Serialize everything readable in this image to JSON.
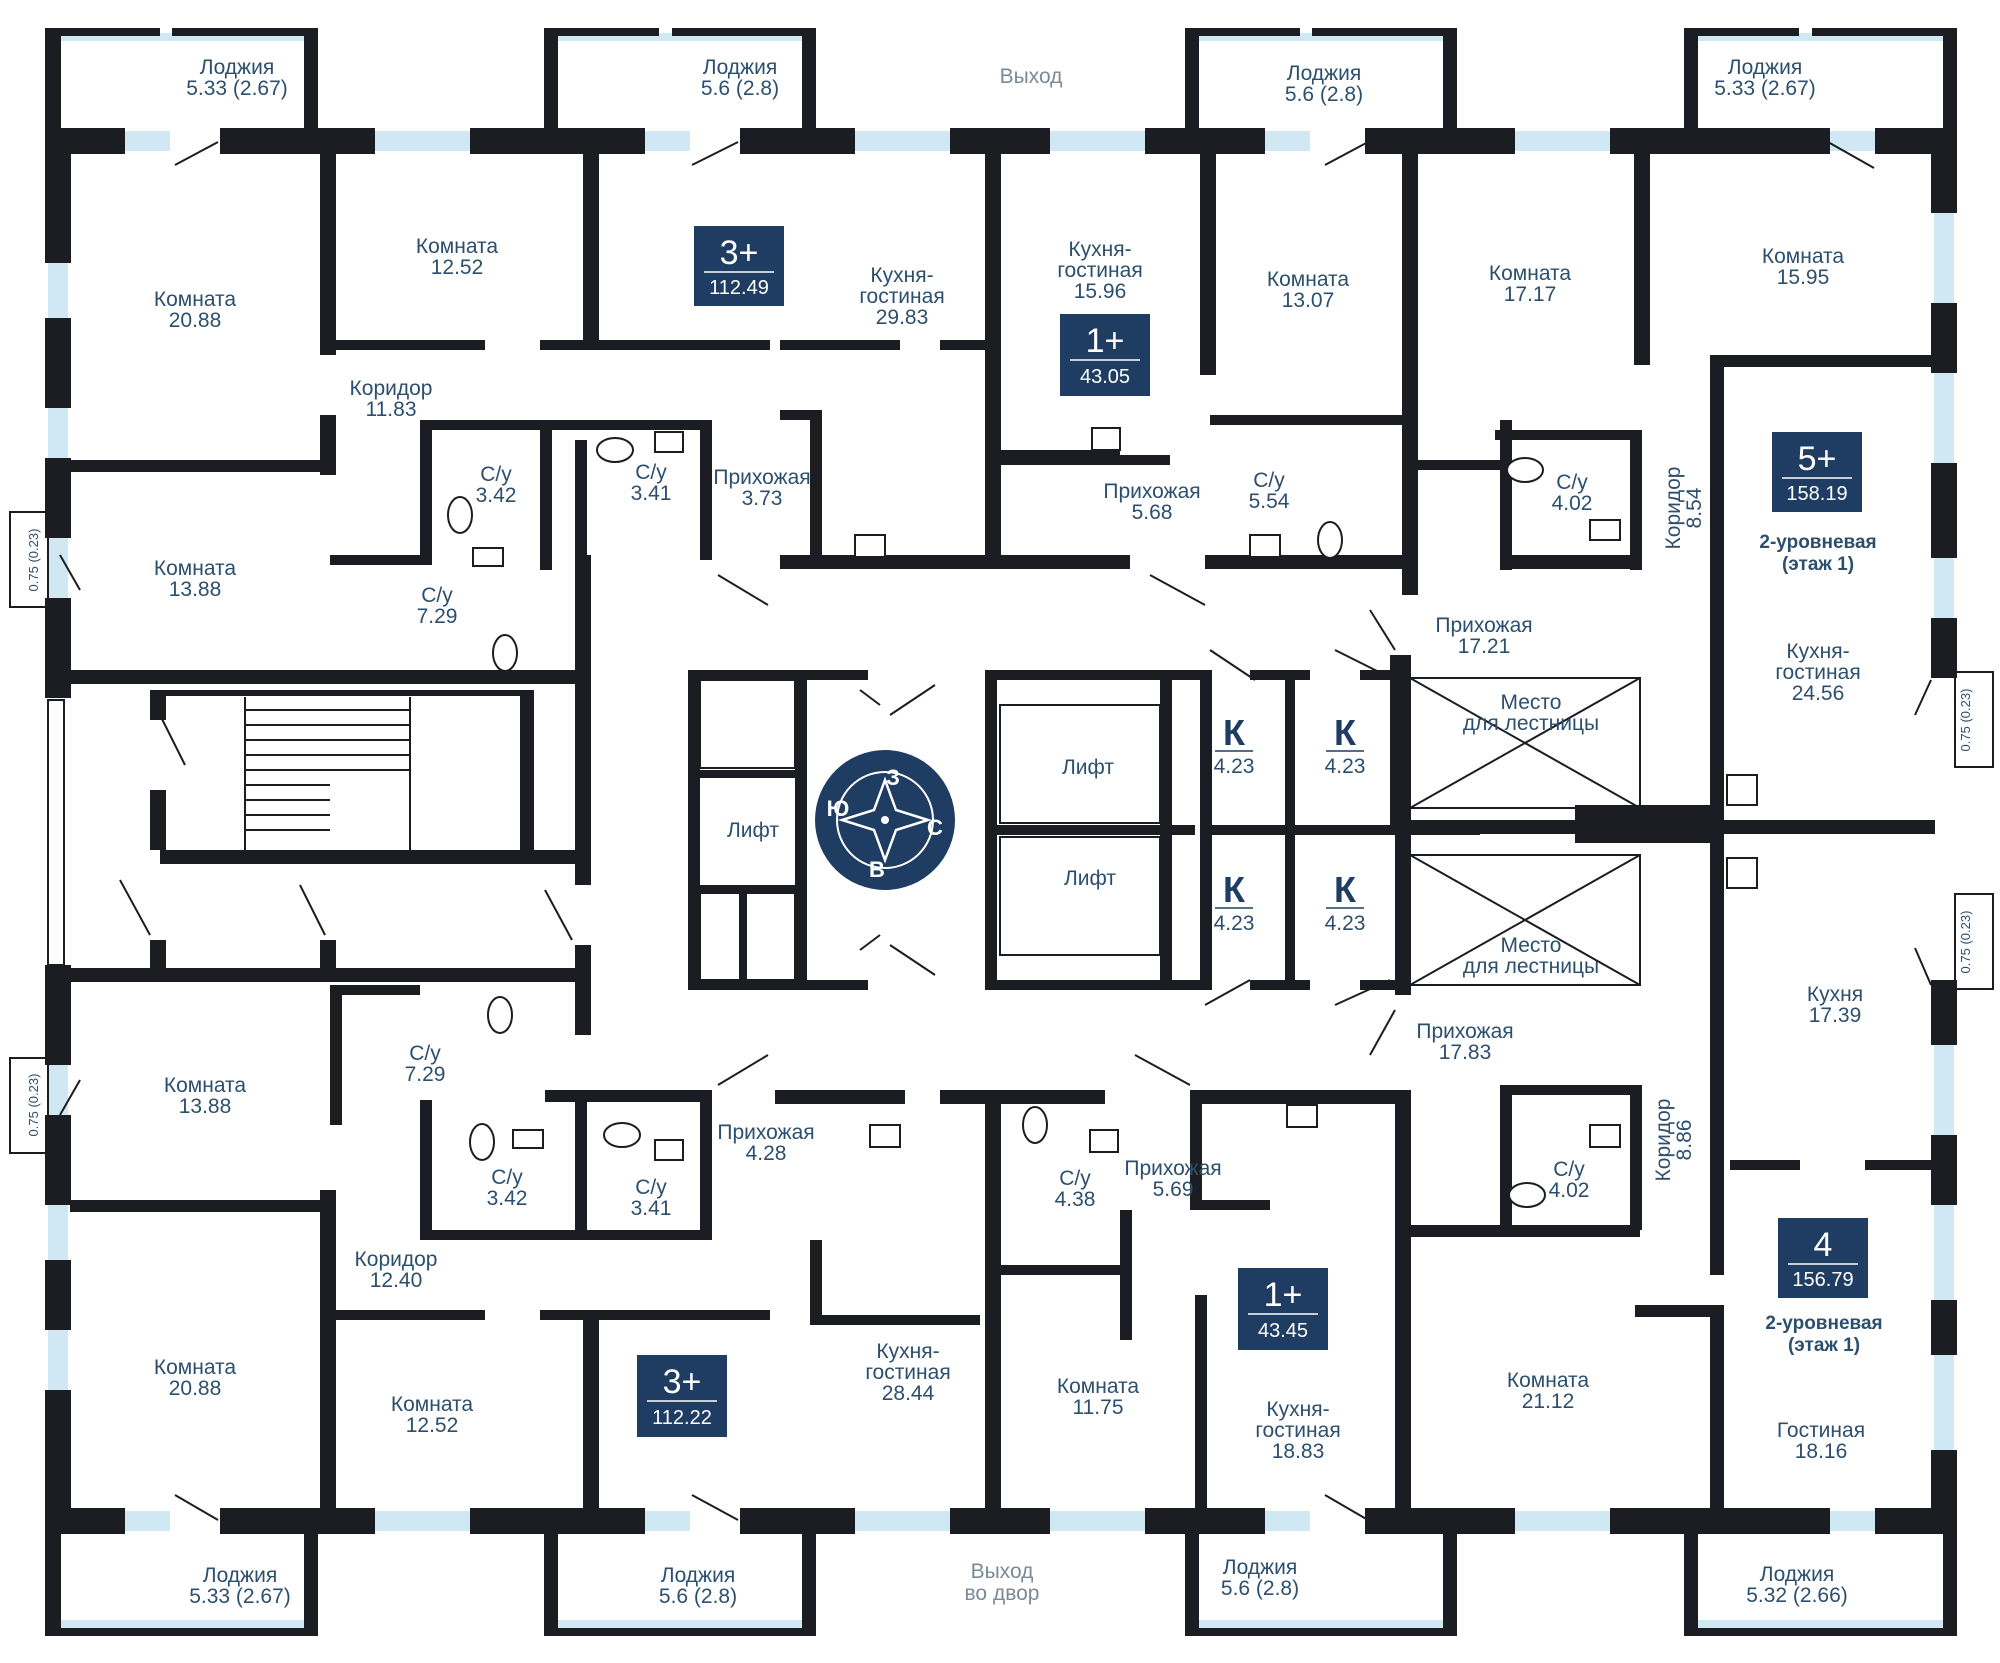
{
  "exits": {
    "top": "Выход",
    "bottom_1": "Выход",
    "bottom_2": "во двор"
  },
  "badges": [
    {
      "rooms": "3+",
      "area": "112.49"
    },
    {
      "rooms": "1+",
      "area": "43.05"
    },
    {
      "rooms": "5+",
      "area": "158.19"
    },
    {
      "rooms": "3+",
      "area": "112.22"
    },
    {
      "rooms": "1+",
      "area": "43.45"
    },
    {
      "rooms": "4",
      "area": "156.79"
    }
  ],
  "duplex": {
    "line1": "2-уровневая",
    "line2": "(этаж 1)"
  },
  "rooms": [
    {
      "name": "Лоджия",
      "area": "5.33 (2.67)"
    },
    {
      "name": "Лоджия",
      "area": "5.6 (2.8)"
    },
    {
      "name": "Лоджия",
      "area": "5.6 (2.8)"
    },
    {
      "name": "Лоджия",
      "area": "5.33 (2.67)"
    },
    {
      "name": "Комната",
      "area": "20.88"
    },
    {
      "name": "Комната",
      "area": "12.52"
    },
    {
      "name": "Кухня-",
      "name2": "гостиная",
      "area": "29.83"
    },
    {
      "name": "Кухня-",
      "name2": "гостиная",
      "area": "15.96"
    },
    {
      "name": "Комната",
      "area": "13.07"
    },
    {
      "name": "Комната",
      "area": "17.17"
    },
    {
      "name": "Комната",
      "area": "15.95"
    },
    {
      "name": "Коридор",
      "area": "11.83"
    },
    {
      "name": "С/у",
      "area": "3.42"
    },
    {
      "name": "С/у",
      "area": "3.41"
    },
    {
      "name": "Прихожая",
      "area": "3.73"
    },
    {
      "name": "Прихожая",
      "area": "5.68"
    },
    {
      "name": "С/у",
      "area": "5.54"
    },
    {
      "name": "С/у",
      "area": "4.02"
    },
    {
      "name": "Комната",
      "area": "13.88"
    },
    {
      "name": "С/у",
      "area": "7.29"
    },
    {
      "name": "Прихожая",
      "area": "17.21"
    },
    {
      "name": "Кухня-",
      "name2": "гостиная",
      "area": "24.56"
    },
    {
      "name": "Место",
      "area": "для лестницы"
    },
    {
      "name": "Лифт",
      "area": ""
    },
    {
      "name": "Лифт",
      "area": ""
    },
    {
      "name": "Лифт",
      "area": ""
    },
    {
      "name": "Место",
      "area": "для лестницы"
    },
    {
      "name": "Кухня",
      "area": "17.39"
    },
    {
      "name": "Прихожая",
      "area": "17.83"
    },
    {
      "name": "Комната",
      "area": "13.88"
    },
    {
      "name": "С/у",
      "area": "7.29"
    },
    {
      "name": "Прихожая",
      "area": "4.28"
    },
    {
      "name": "С/у",
      "area": "3.42"
    },
    {
      "name": "С/у",
      "area": "3.41"
    },
    {
      "name": "С/у",
      "area": "4.38"
    },
    {
      "name": "Прихожая",
      "area": "5.69"
    },
    {
      "name": "С/у",
      "area": "4.02"
    },
    {
      "name": "Коридор",
      "area": "12.40"
    },
    {
      "name": "Комната",
      "area": "20.88"
    },
    {
      "name": "Комната",
      "area": "12.52"
    },
    {
      "name": "Кухня-",
      "name2": "гостиная",
      "area": "28.44"
    },
    {
      "name": "Комната",
      "area": "11.75"
    },
    {
      "name": "Кухня-",
      "name2": "гостиная",
      "area": "18.83"
    },
    {
      "name": "Комната",
      "area": "21.12"
    },
    {
      "name": "Гостиная",
      "area": "18.16"
    },
    {
      "name": "Лоджия",
      "area": "5.33 (2.67)"
    },
    {
      "name": "Лоджия",
      "area": "5.6 (2.8)"
    },
    {
      "name": "Лоджия",
      "area": "5.6 (2.8)"
    },
    {
      "name": "Лоджия",
      "area": "5.32 (2.66)"
    }
  ],
  "corridors_vertical": [
    {
      "name": "Коридор",
      "area": "8.54"
    },
    {
      "name": "Коридор",
      "area": "8.86"
    }
  ],
  "storage": [
    {
      "letter": "К",
      "area": "4.23"
    },
    {
      "letter": "К",
      "area": "4.23"
    },
    {
      "letter": "К",
      "area": "4.23"
    },
    {
      "letter": "К",
      "area": "4.23"
    }
  ],
  "side_balconies": [
    "0.75 (0.23)",
    "0.75 (0.23)",
    "0.75 (0.23)",
    "0.75 (0.23)"
  ],
  "compass": {
    "n": "С",
    "s": "Ю",
    "e": "В",
    "w": "З"
  },
  "colors": {
    "wall": "#1b1d22",
    "window": "#cfe8f3",
    "label": "#2c4f6e",
    "badge": "#1f3d62"
  }
}
